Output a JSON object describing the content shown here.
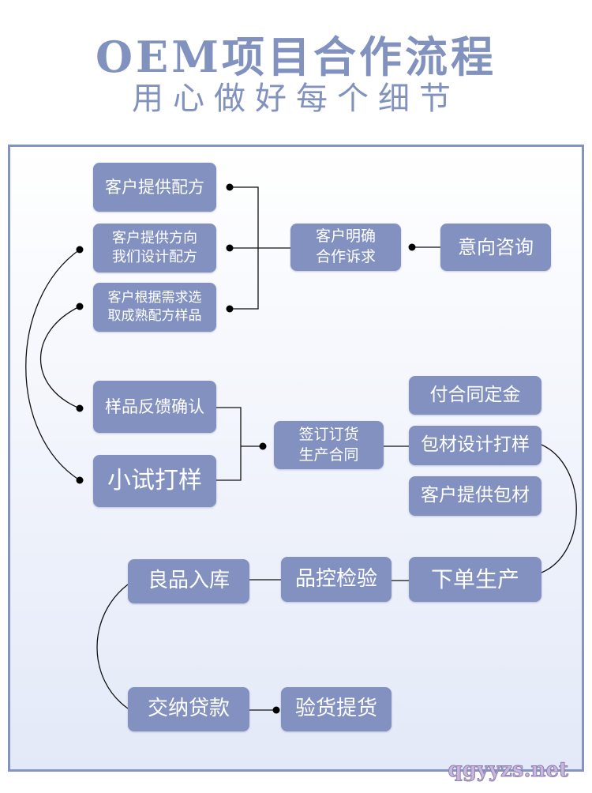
{
  "title": "OEM项目合作流程",
  "subtitle": "用心做好每个细节",
  "watermark": "qgyyzs.net",
  "colors": {
    "accent": "#8391c0",
    "frame": "#8394c0"
  },
  "nodes": {
    "customer_formula": "客户提供配方",
    "direction_1": "客户提供方向",
    "direction_2": "我们设计配方",
    "select_1": "客户根据需求选",
    "select_2": "取成熟配方样品",
    "clarify_1": "客户明确",
    "clarify_2": "合作诉求",
    "consult": "意向咨询",
    "sample_feedback": "样品反馈确认",
    "trial": "小试打样",
    "contract_1": "签订订货",
    "contract_2": "生产合同",
    "deposit": "付合同定金",
    "pack_design": "包材设计打样",
    "pack_customer": "客户提供包材",
    "warehouse": "良品入库",
    "qc": "品控检验",
    "production": "下单生产",
    "payment": "交纳贷款",
    "delivery": "验货提货"
  }
}
